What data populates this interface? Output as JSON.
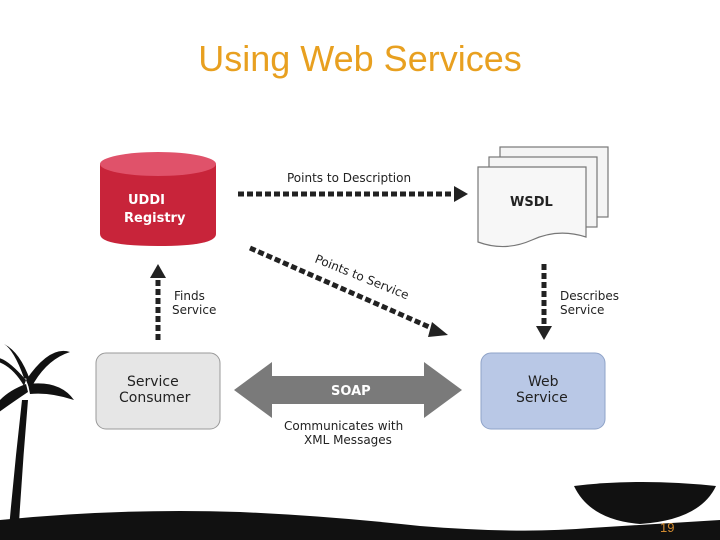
{
  "slide": {
    "title": "Using Web Services",
    "page_number": "19"
  },
  "diagram": {
    "nodes": {
      "uddi": [
        "UDDI",
        "Registry"
      ],
      "wsdl": "WSDL",
      "consumer": [
        "Service",
        "Consumer"
      ],
      "web_service": [
        "Web",
        "Service"
      ]
    },
    "edges": {
      "points_to_description": "Points to Description",
      "points_to_service": "Points to Service",
      "finds_service": [
        "Finds",
        "Service"
      ],
      "describes_service": [
        "Describes",
        "Service"
      ],
      "soap": "SOAP",
      "communicates": [
        "Communicates with",
        "XML Messages"
      ]
    }
  },
  "colors": {
    "title": "#e8a020",
    "uddi_fill": "#c8243a",
    "web_service_fill": "#b9c8e6",
    "consumer_fill": "#e6e6e6",
    "soap_fill": "#7a7a7a"
  }
}
